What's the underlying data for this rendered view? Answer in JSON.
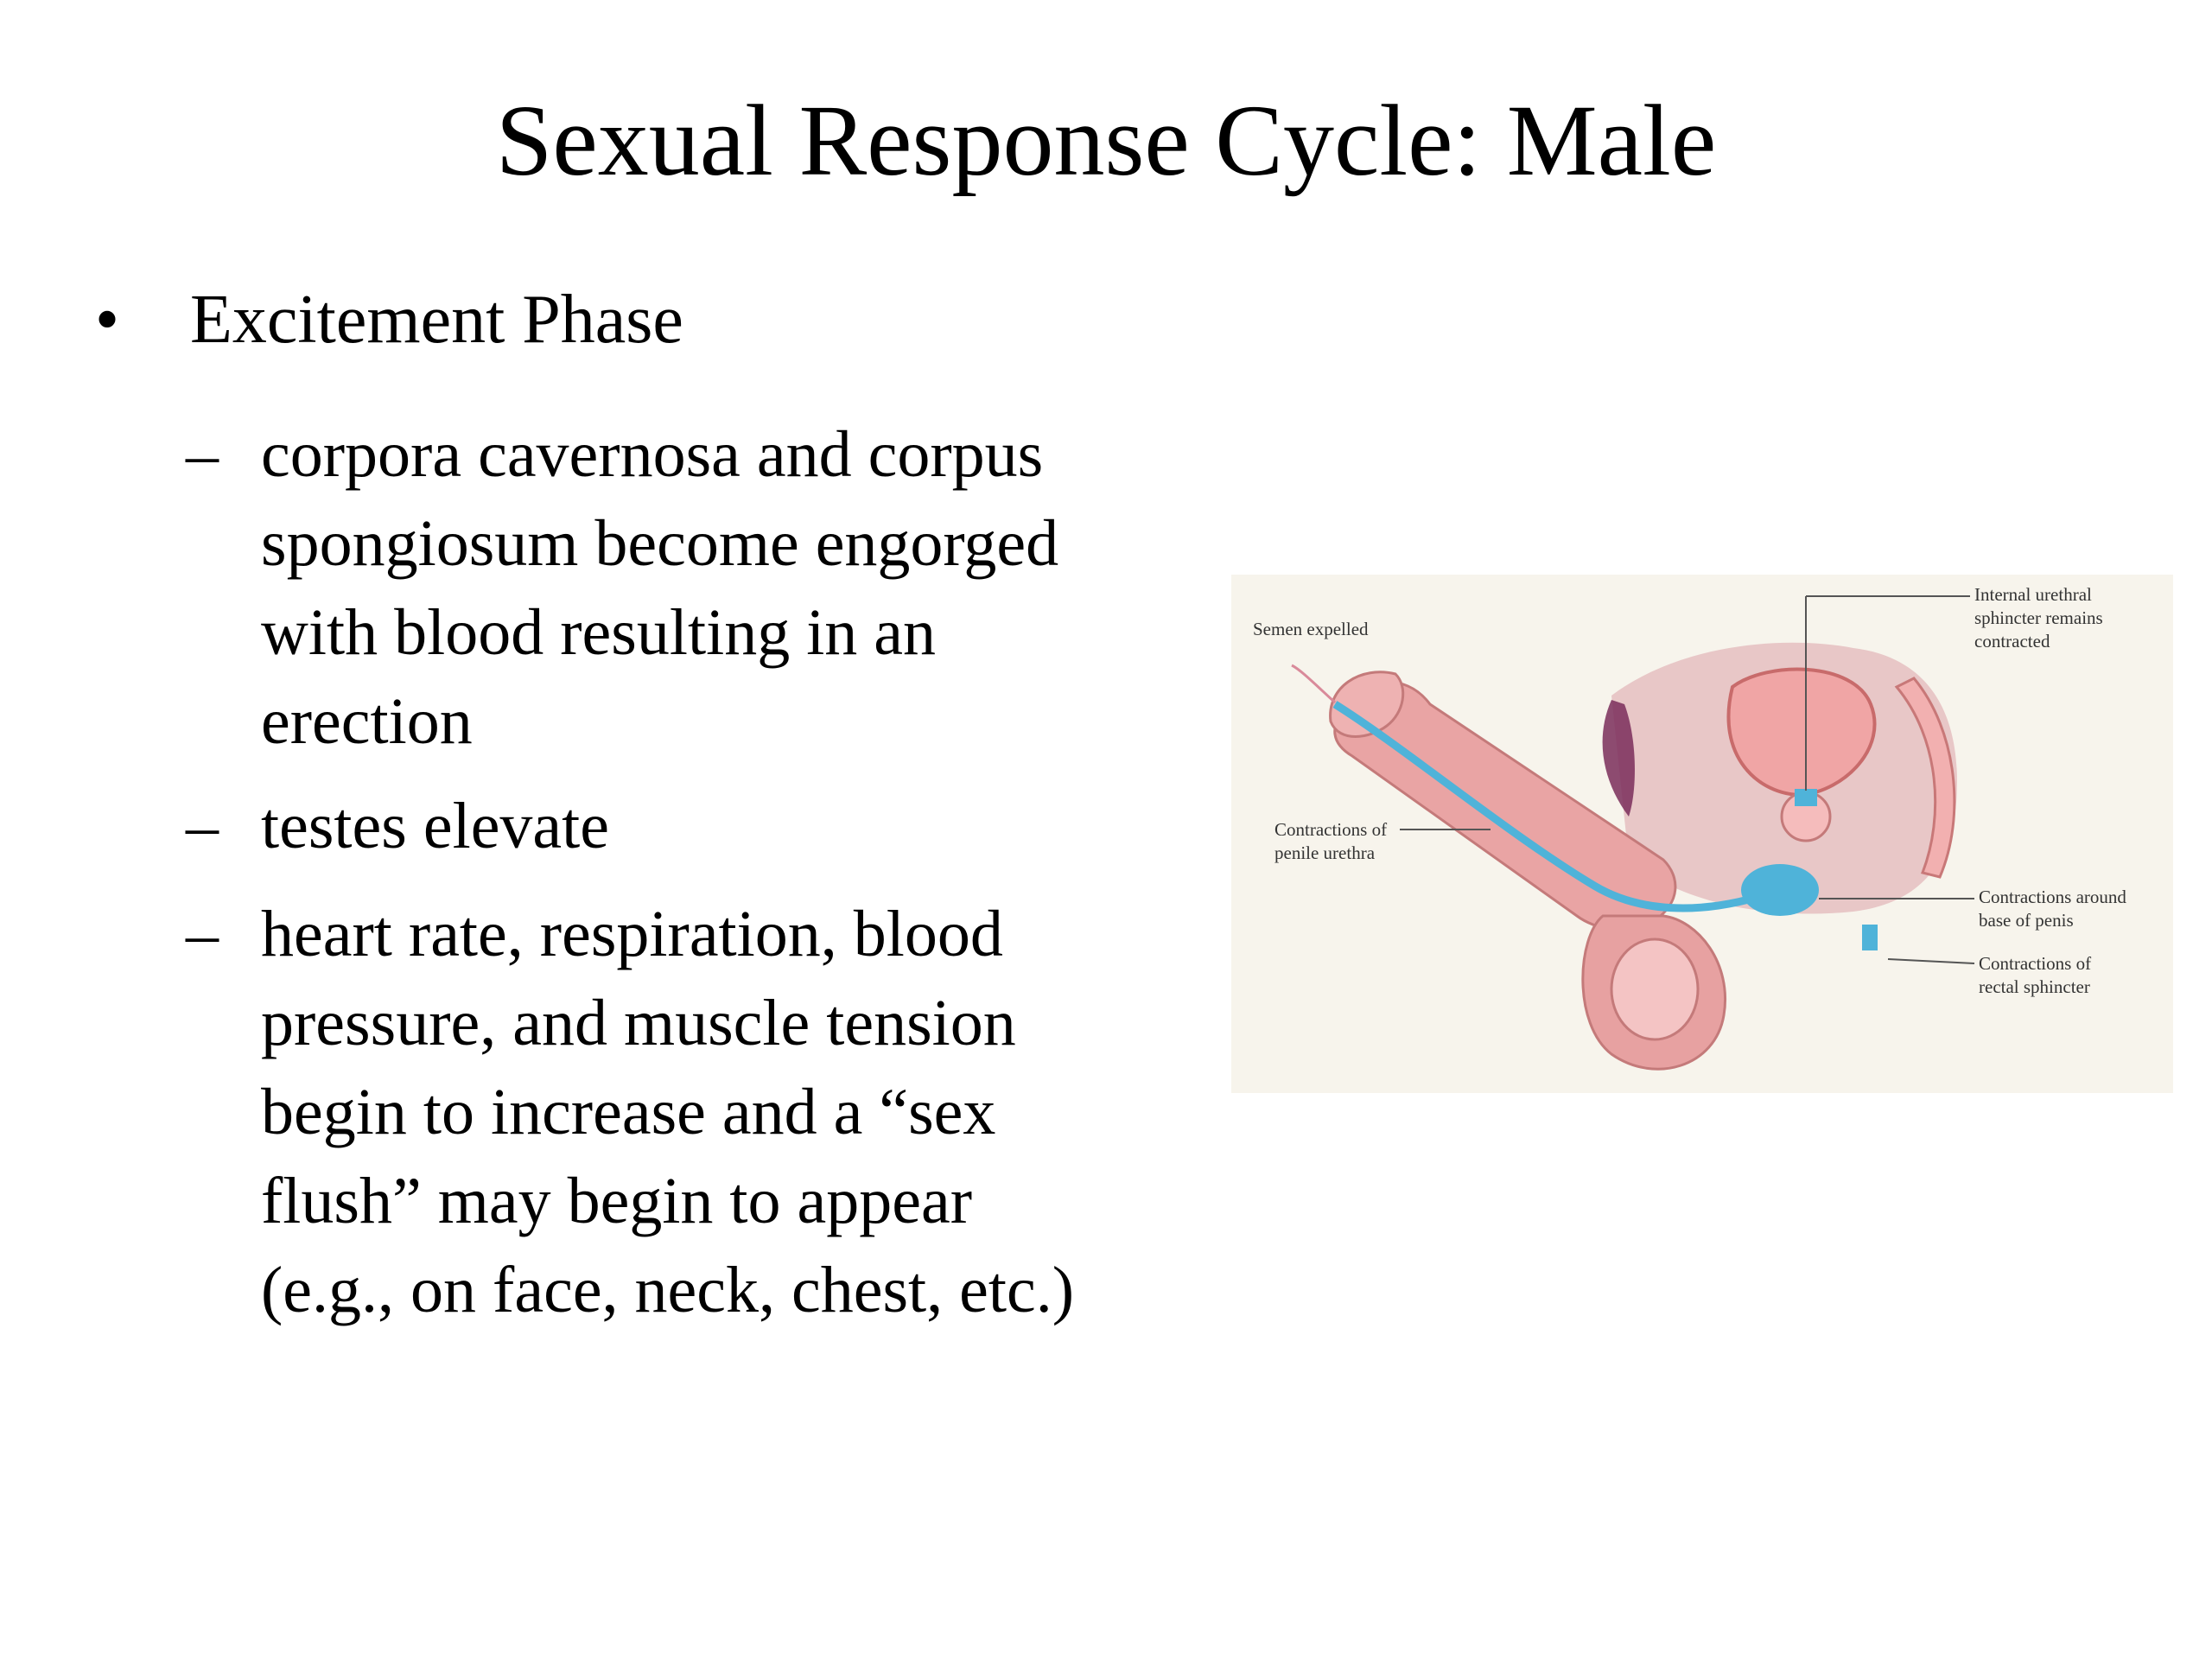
{
  "title": "Sexual Response Cycle:  Male",
  "bullet": {
    "mark": "•",
    "text": "Excitement Phase"
  },
  "subitems": [
    {
      "mark": "–",
      "lines": [
        "corpora cavernosa and corpus",
        "spongiosum become engorged",
        "with blood resulting in an",
        "erection"
      ]
    },
    {
      "mark": "–",
      "lines": [
        "testes elevate"
      ]
    },
    {
      "mark": "–",
      "lines": [
        "heart rate, respiration, blood",
        "pressure, and muscle tension",
        "begin to increase and a “sex",
        "flush” may begin to appear",
        "(e.g., on face, neck, chest, etc.)"
      ]
    }
  ],
  "figure": {
    "labels": {
      "semen": "Semen expelled",
      "internal_1": "Internal urethral",
      "internal_2": "sphincter remains",
      "internal_3": "contracted",
      "penile_1": "Contractions of",
      "penile_2": "penile urethra",
      "base_1": "Contractions around",
      "base_2": "base of penis",
      "rectal_1": "Contractions of",
      "rectal_2": "rectal sphincter"
    },
    "colors": {
      "tissue": "#e9a4a4",
      "fluid": "#4fb3d9",
      "background": "#f7f4ec"
    }
  }
}
